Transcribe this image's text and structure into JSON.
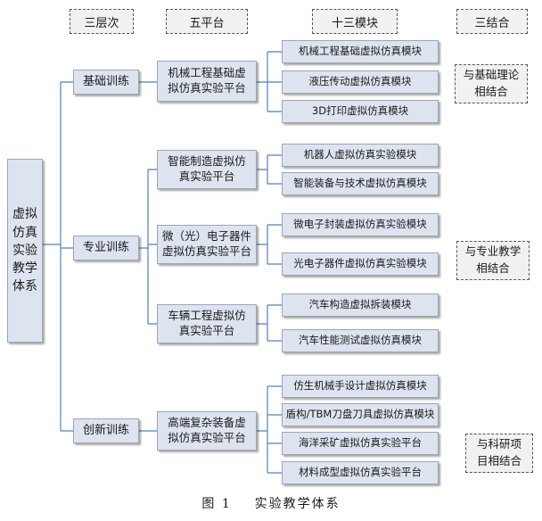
{
  "headers": {
    "levels": "三层次",
    "platforms": "五平台",
    "modules": "十三模块",
    "combinations": "三结合"
  },
  "root": "虚拟仿真实验教学体系",
  "levels": [
    "基础训练",
    "专业训练",
    "创新训练"
  ],
  "platforms": [
    "机械工程基础虚拟仿真实验平台",
    "智能制造虚拟仿真实验平台",
    "微（光）电子器件虚拟仿真实验平台",
    "车辆工程虚拟仿真实验平台",
    "高端复杂装备虚拟仿真实验平台"
  ],
  "modules": [
    "机械工程基础虚拟仿真模块",
    "液压传动虚拟仿真模块",
    "3D打印虚拟仿真模块",
    "机器人虚拟仿真实验模块",
    "智能装备与技术虚拟仿真模块",
    "微电子封装虚拟仿真实验模块",
    "光电子器件虚拟仿真实验模块",
    "汽车构造虚拟拆装模块",
    "汽车性能测试虚拟仿真模块",
    "仿生机械手设计虚拟仿真模块",
    "盾构/TBM刀盘刀具虚拟仿真模块",
    "海洋采矿虚拟仿真实验平台",
    "材料成型虚拟仿真实验平台"
  ],
  "combinations": [
    "与基础理论相结合",
    "与专业教学相结合",
    "与科研项目相结合"
  ],
  "caption": "图 1    实验教学体系"
}
